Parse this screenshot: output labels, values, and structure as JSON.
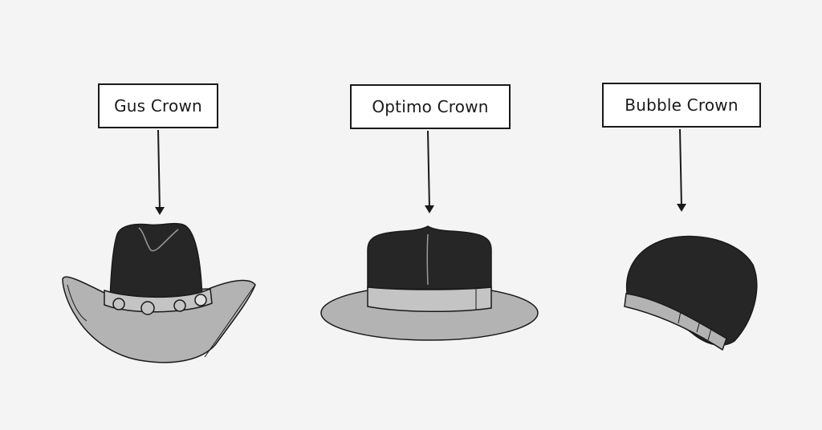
{
  "diagram": {
    "labels": [
      {
        "id": "gus",
        "text": "Gus Crown"
      },
      {
        "id": "optimo",
        "text": "Optimo Crown"
      },
      {
        "id": "bubble",
        "text": "Bubble Crown"
      }
    ],
    "colors": {
      "background": "#f4f4f4",
      "crown": "#262626",
      "brim": "#b3b3b3",
      "band": "#c4c4c4",
      "outline": "#1a1a1a"
    }
  }
}
